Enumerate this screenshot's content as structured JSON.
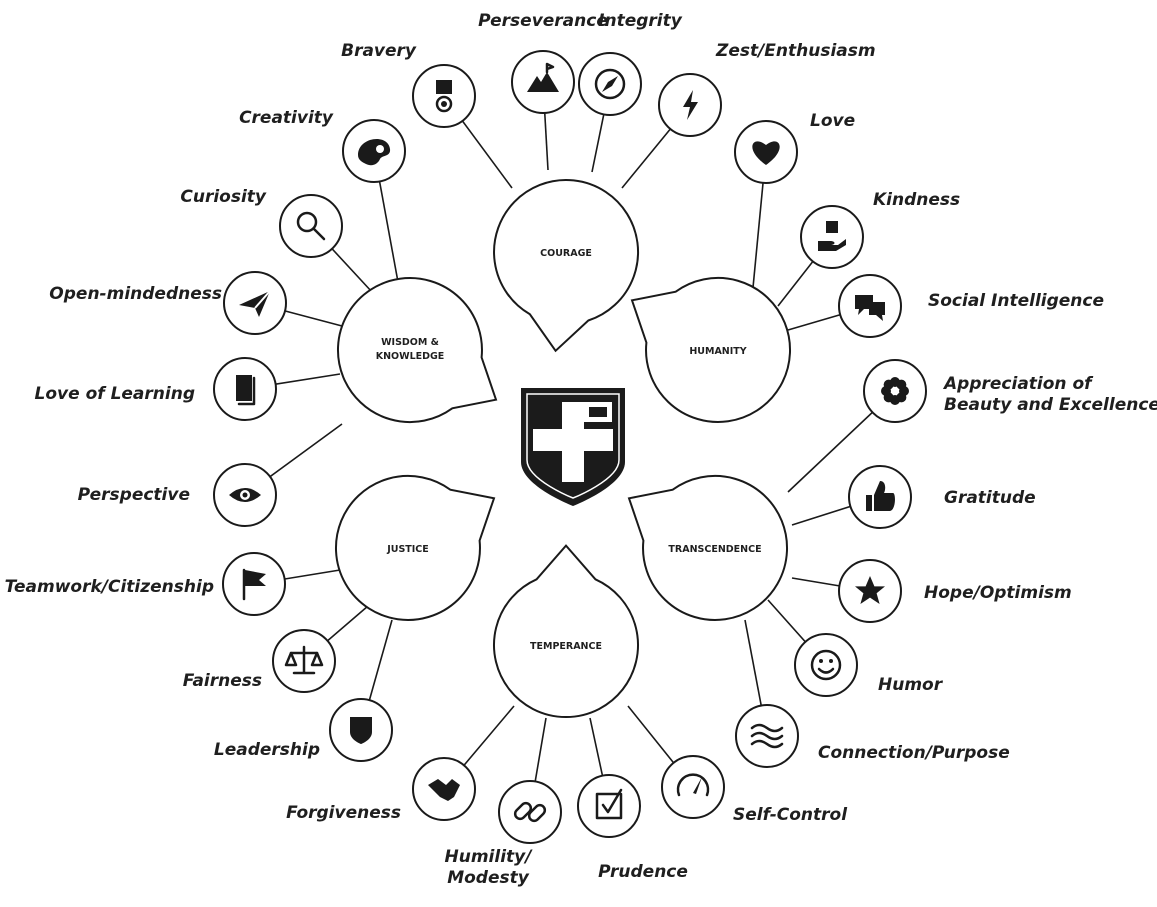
{
  "center_icon": "shield-plus-icon",
  "virtues": [
    {
      "id": "courage",
      "name": "COURAGE"
    },
    {
      "id": "humanity",
      "name": "HUMANITY"
    },
    {
      "id": "transcendence",
      "name": "TRANSCENDENCE"
    },
    {
      "id": "temperance",
      "name": "TEMPERANCE"
    },
    {
      "id": "justice",
      "name": "JUSTICE"
    },
    {
      "id": "wisdom",
      "name_lines": [
        "WISDOM &",
        "KNOWLEDGE"
      ]
    }
  ],
  "strengths": [
    {
      "virtue": "courage",
      "label": "Bravery",
      "icon": "medal"
    },
    {
      "virtue": "courage",
      "label": "Perseverance",
      "icon": "mountain"
    },
    {
      "virtue": "courage",
      "label": "Integrity",
      "icon": "compass"
    },
    {
      "virtue": "courage",
      "label": "Zest/Enthusiasm",
      "icon": "lightning"
    },
    {
      "virtue": "humanity",
      "label": "Love",
      "icon": "heart"
    },
    {
      "virtue": "humanity",
      "label": "Kindness",
      "icon": "gift-hand"
    },
    {
      "virtue": "humanity",
      "label": "Social Intelligence",
      "icon": "chat-bubbles"
    },
    {
      "virtue": "transcendence",
      "label_lines": [
        "Appreciation of",
        "Beauty and Excellence"
      ],
      "icon": "flower"
    },
    {
      "virtue": "transcendence",
      "label": "Gratitude",
      "icon": "thumbs-up"
    },
    {
      "virtue": "transcendence",
      "label": "Hope/Optimism",
      "icon": "star"
    },
    {
      "virtue": "transcendence",
      "label": "Humor",
      "icon": "smiley"
    },
    {
      "virtue": "transcendence",
      "label": "Connection/Purpose",
      "icon": "waves"
    },
    {
      "virtue": "temperance",
      "label": "Self-Control",
      "icon": "gauge"
    },
    {
      "virtue": "temperance",
      "label": "Prudence",
      "icon": "checkbox"
    },
    {
      "virtue": "temperance",
      "label_lines": [
        "Humility/",
        "Modesty"
      ],
      "icon": "chain-link"
    },
    {
      "virtue": "temperance",
      "label": "Forgiveness",
      "icon": "handshake"
    },
    {
      "virtue": "justice",
      "label": "Leadership",
      "icon": "shield"
    },
    {
      "virtue": "justice",
      "label": "Fairness",
      "icon": "scales"
    },
    {
      "virtue": "justice",
      "label": "Teamwork/Citizenship",
      "icon": "flag"
    },
    {
      "virtue": "wisdom",
      "label": "Perspective",
      "icon": "eye"
    },
    {
      "virtue": "wisdom",
      "label": "Love of Learning",
      "icon": "book"
    },
    {
      "virtue": "wisdom",
      "label": "Open-mindedness",
      "icon": "paper-plane"
    },
    {
      "virtue": "wisdom",
      "label": "Curiosity",
      "icon": "magnifier"
    },
    {
      "virtue": "wisdom",
      "label": "Creativity",
      "icon": "palette"
    }
  ]
}
